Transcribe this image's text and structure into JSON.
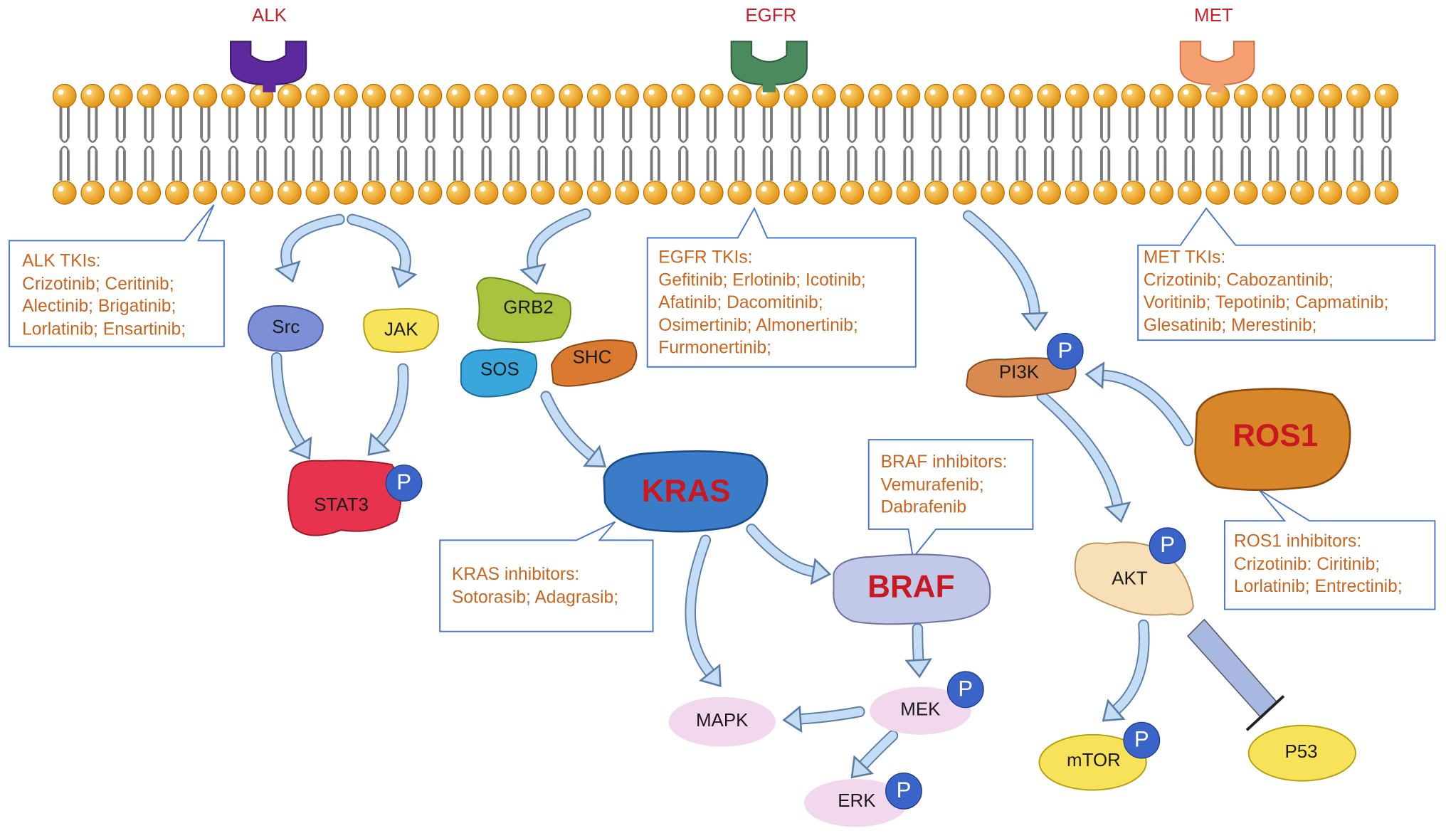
{
  "receptors": {
    "alk": "ALK",
    "egfr": "EGFR",
    "met": "MET"
  },
  "proteins": {
    "src": "Src",
    "jak": "JAK",
    "stat3": "STAT3",
    "grb2": "GRB2",
    "sos": "SOS",
    "shc": "SHC",
    "kras": "KRAS",
    "braf": "BRAF",
    "mek": "MEK",
    "mapk": "MAPK",
    "erk": "ERK",
    "pi3k": "PI3K",
    "akt": "AKT",
    "mtor": "mTOR",
    "p53": "P53",
    "ros1": "ROS1"
  },
  "phospho_label": "P",
  "boxes": {
    "alk": {
      "title": "ALK TKIs:",
      "lines": [
        "Crizotinib; Ceritinib;",
        "Alectinib; Brigatinib;",
        "Lorlatinib; Ensartinib;"
      ]
    },
    "egfr": {
      "title": "EGFR TKIs:",
      "lines": [
        "Gefitinib; Erlotinib; Icotinib;",
        "Afatinib; Dacomitinib;",
        "Osimertinib; Almonertinib;",
        "Furmonertinib;"
      ]
    },
    "met": {
      "title": "MET TKIs:",
      "lines": [
        "Crizotinib; Cabozantinib;",
        "Voritinib; Tepotinib; Capmatinib;",
        "Glesatinib; Merestinib;"
      ]
    },
    "braf": {
      "title": "BRAF inhibitors:",
      "lines": [
        "Vemurafenib;",
        "Dabrafenib"
      ]
    },
    "kras": {
      "title": "KRAS inhibitors:",
      "lines": [
        "Sotorasib; Adagrasib;"
      ]
    },
    "ros1": {
      "title": "ROS1 inhibitors:",
      "lines": [
        "Crizotinib: Ciritinib;",
        "Lorlatinib; Entrectinib;"
      ]
    }
  },
  "colors": {
    "membrane_head": "#f0a21a",
    "alk_receptor": "#5d2a9e",
    "egfr_receptor": "#4a8a5c",
    "met_receptor": "#f4a070",
    "arrow": "#b8d6f2",
    "label_red": "#c81f2a",
    "box_text": "#c8651f",
    "box_border": "#4a78c8",
    "phospho": "#3a64c8"
  }
}
